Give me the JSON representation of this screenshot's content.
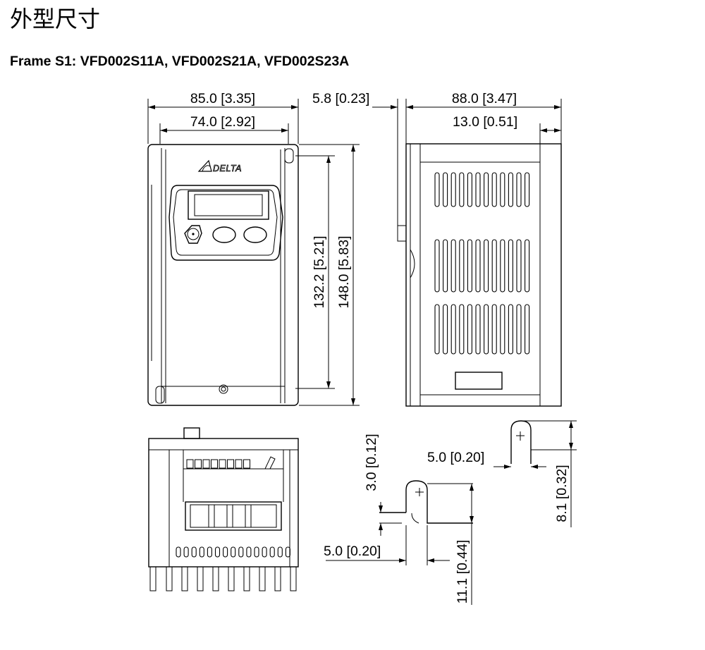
{
  "header": {
    "title": "外型尺寸",
    "frame_heading": "Frame S1: VFD002S11A, VFD002S21A, VFD002S23A"
  },
  "logo": {
    "text": "DELTA"
  },
  "dimensions": {
    "front_width": "85.0 [3.35]",
    "front_mount_width": "74.0 [2.92]",
    "side_offset": "5.8 [0.23]",
    "side_depth": "88.0 [3.47]",
    "side_step": "13.0 [0.51]",
    "mount_height": "132.2 [5.21]",
    "total_height": "148.0 [5.83]",
    "slot_depth": "3.0 [0.12]",
    "slot_width_bottom": "5.0 [0.20]",
    "slot_height_bottom": "11.1 [0.44]",
    "hole_width": "5.0 [0.20]",
    "hole_height": "8.1 [0.32]"
  }
}
